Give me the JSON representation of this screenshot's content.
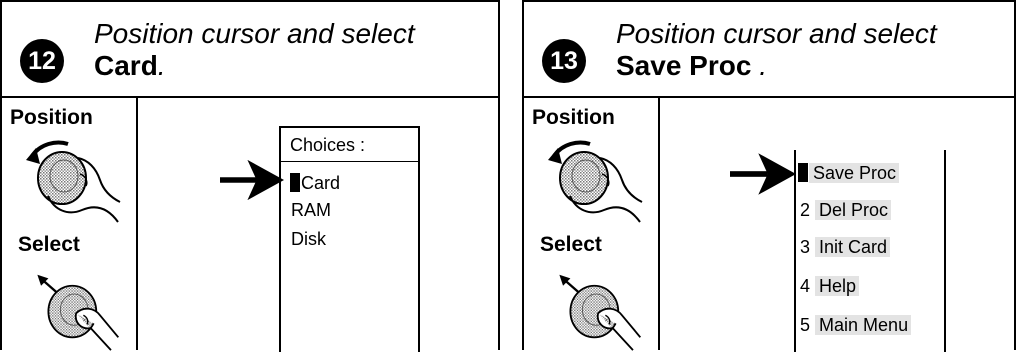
{
  "panels": [
    {
      "step": "12",
      "instruction_line1": "Position cursor and select",
      "target": "Card",
      "target_suffix": ".",
      "position_label": "Position",
      "select_label": "Select",
      "choices_header": "Choices :",
      "choices": [
        "Card",
        "RAM",
        "Disk"
      ],
      "selected_choice": "Card"
    },
    {
      "step": "13",
      "instruction_line1": "Position cursor and select",
      "target": "Save Proc",
      "target_suffix": " .",
      "position_label": "Position",
      "select_label": "Select",
      "menu": [
        {
          "num": "",
          "label": "Save Proc"
        },
        {
          "num": "2",
          "label": "Del Proc"
        },
        {
          "num": "3",
          "label": "Init Card"
        },
        {
          "num": "4",
          "label": "Help"
        },
        {
          "num": "5",
          "label": "Main Menu"
        }
      ],
      "selected_item": "Save Proc"
    }
  ],
  "icons": {
    "position_knob": "rotate-knob-hand-icon",
    "select_knob": "push-knob-finger-icon",
    "pointer_arrow": "right-arrow-icon",
    "cursor": "block-cursor-icon"
  },
  "colors": {
    "ink": "#000000",
    "highlight": "#e3e3e3",
    "knob_fill": "#bdbdbd"
  }
}
